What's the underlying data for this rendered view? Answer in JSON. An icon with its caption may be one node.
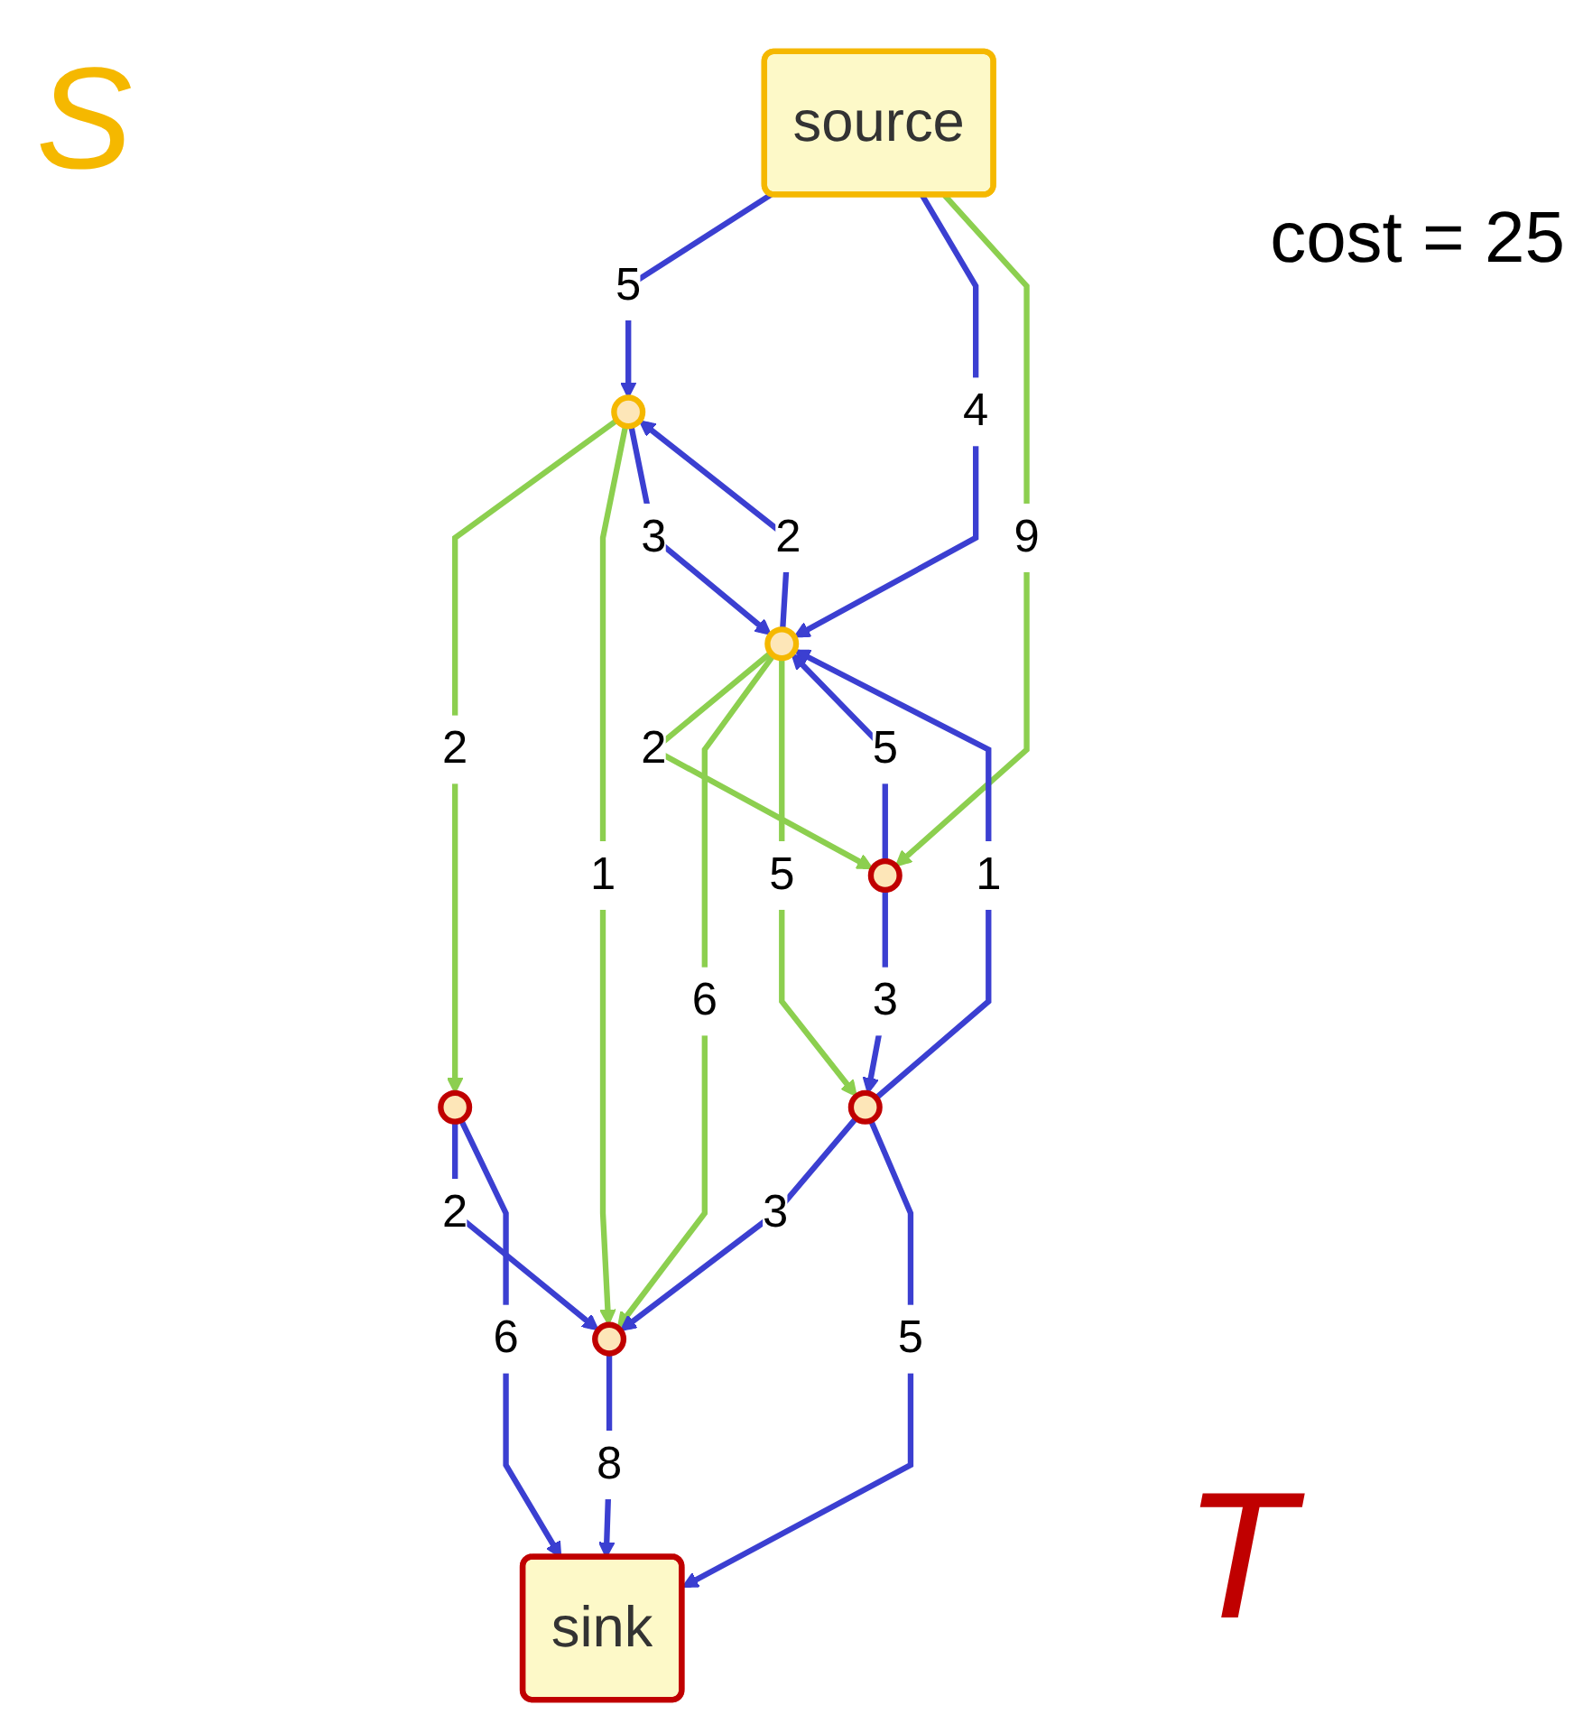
{
  "diagram": {
    "nodes": [
      {
        "text": [
          "source"
        ]
      },
      {
        "text": [],
        "shape": "circle"
      },
      {
        "text": [],
        "shape": "circle"
      },
      {
        "text": [],
        "shape": "circle"
      },
      {
        "text": [],
        "shape": "circle"
      },
      {
        "text": [],
        "shape": "circle"
      },
      {
        "text": [],
        "shape": "circle"
      },
      {
        "text": [
          "sink"
        ]
      }
    ],
    "edges": [
      {
        "from": 0,
        "to": 1,
        "arrow": "to",
        "label": "5"
      },
      {
        "from": 0,
        "to": 3,
        "arrow": "to",
        "label": "4"
      },
      {
        "from": 0,
        "to": 2,
        "arrow": "to",
        "label": "9",
        "color": "#8ccf4f"
      },
      {
        "from": 1,
        "to": 4,
        "arrow": "to",
        "label": "2",
        "color": "#8ccf4f"
      },
      {
        "from": 1,
        "to": 6,
        "arrow": "to",
        "label": "1",
        "color": "#8ccf4f"
      },
      {
        "from": 1,
        "to": 3,
        "arrow": "to",
        "label": "3"
      },
      {
        "from": 3,
        "to": 1,
        "arrow": "to",
        "label": "2"
      },
      {
        "from": 3,
        "to": 2,
        "arrow": "to",
        "label": "2",
        "color": "#8ccf4f"
      },
      {
        "from": 2,
        "to": 3,
        "arrow": "to",
        "label": "5"
      },
      {
        "from": 2,
        "to": 5,
        "arrow": "to",
        "label": "3"
      },
      {
        "from": 5,
        "to": 3,
        "arrow": "to",
        "label": "1"
      },
      {
        "from": 3,
        "to": 6,
        "arrow": "to",
        "label": "6",
        "color": "#8ccf4f"
      },
      {
        "from": 3,
        "to": 5,
        "arrow": "to",
        "label": "5",
        "color": "#8ccf4f"
      },
      {
        "from": 4,
        "to": 6,
        "arrow": "to",
        "label": "2"
      },
      {
        "from": 5,
        "to": 6,
        "arrow": "to",
        "label": "3"
      },
      {
        "from": 4,
        "to": 7,
        "arrow": "to",
        "label": "6"
      },
      {
        "from": 6,
        "to": 7,
        "arrow": "to",
        "label": "8"
      },
      {
        "from": 5,
        "to": 7,
        "arrow": "to",
        "label": "5"
      }
    ],
    "labels": [
      "S",
      "cost = 25",
      "T"
    ]
  }
}
